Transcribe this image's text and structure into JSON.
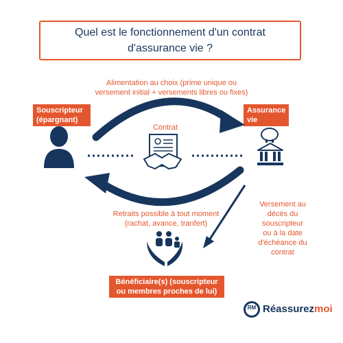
{
  "title": {
    "line1": "Quel est le fonctionnement d'un contrat",
    "line2": "d'assurance vie ?"
  },
  "top_arrow_label": {
    "line1": "Alimentation au choix (prime unique ou",
    "line2": "versement initial + versements libres ou fixes)"
  },
  "souscripteur": {
    "line1": "Souscripteur",
    "line2": "(épargnant)"
  },
  "assurance": {
    "line1": "Assurance",
    "line2": "vie"
  },
  "contrat_label": "Contrat",
  "bottom_arrow_label": {
    "line1": "Retraits possible à tout moment",
    "line2": "(rachat, avance, tranfert)"
  },
  "right_arrow_label": {
    "line1": "Versement au",
    "line2": "décès du",
    "line3": "souscripteur",
    "line4": "ou à la date",
    "line5": "d'échéance du",
    "line6": "contrat"
  },
  "beneficiaire": {
    "line1": "Bénéficiaire(s) (souscripteur",
    "line2": "ou membres proches de lui)"
  },
  "brand": {
    "monogram": "RM",
    "name_part1": "Réassurez",
    "name_part2": "moi"
  },
  "colors": {
    "navy": "#17365d",
    "orange": "#e4572e",
    "white": "#ffffff"
  },
  "icons": [
    "person-icon",
    "contract-handshake-icon",
    "piggy-bank-icon",
    "hands-family-icon",
    "rm-logo-icon"
  ]
}
